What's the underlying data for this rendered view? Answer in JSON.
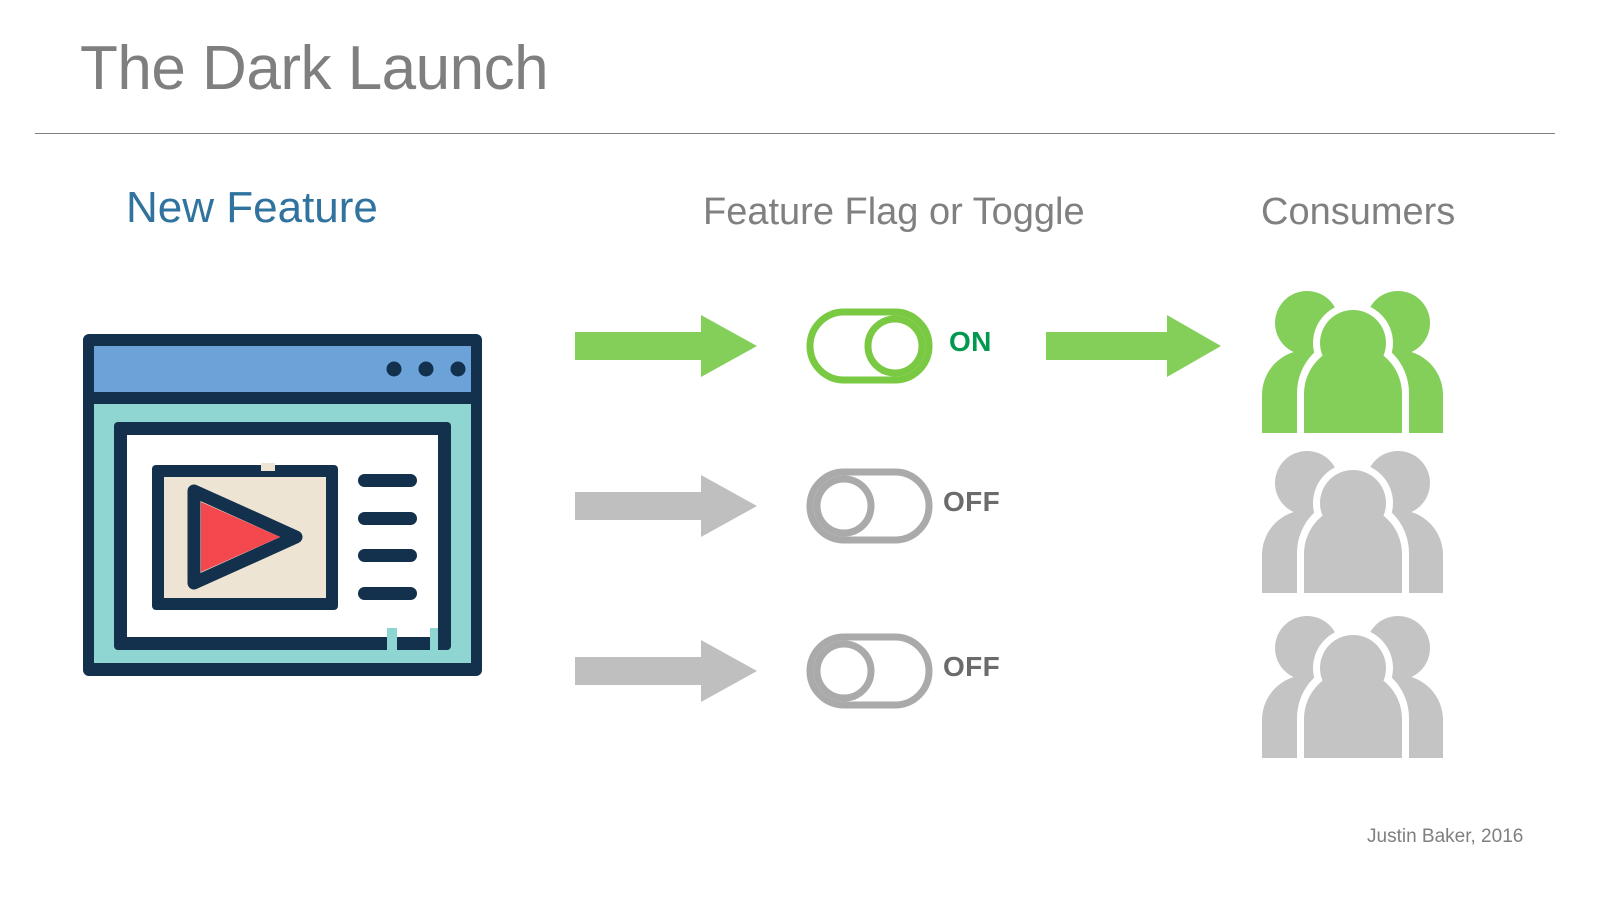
{
  "slide": {
    "title": "The Dark Launch",
    "footer_credit": "Justin Baker, 2016"
  },
  "columns": {
    "feature": "New Feature",
    "flag": "Feature Flag or Toggle",
    "consumers": "Consumers"
  },
  "rows": [
    {
      "toggle_state": "ON",
      "toggle_label": "ON",
      "arrow_in_color": "#84cf5a",
      "arrow_out_color": "#84cf5a",
      "toggle_color": "#7ac943",
      "label_color": "#00994d",
      "people_color": "#84cf5a",
      "knob_side": "right",
      "has_outgoing_arrow": true
    },
    {
      "toggle_state": "OFF",
      "toggle_label": "OFF",
      "arrow_in_color": "#bfbfbf",
      "arrow_out_color": "",
      "toggle_color": "#aaaaaa",
      "label_color": "#6b6b6b",
      "people_color": "#c4c4c4",
      "knob_side": "left",
      "has_outgoing_arrow": false
    },
    {
      "toggle_state": "OFF",
      "toggle_label": "OFF",
      "arrow_in_color": "#bfbfbf",
      "arrow_out_color": "",
      "toggle_color": "#aaaaaa",
      "label_color": "#6b6b6b",
      "people_color": "#c4c4c4",
      "knob_side": "left",
      "has_outgoing_arrow": false
    }
  ],
  "theme": {
    "title_gray": "#7f7f7f",
    "heading_gray": "#808080",
    "feature_blue": "#31739f",
    "rule_gray": "#808080",
    "green_accent": "#84cf5a",
    "green_toggle": "#7ac943",
    "green_text": "#00994d",
    "gray_accent": "#bfbfbf",
    "gray_people": "#c4c4c4",
    "browser_navy": "#13304d",
    "browser_titlebar_blue": "#6ba3d8",
    "browser_body_teal": "#8fd6d2",
    "browser_screen_beige": "#ede4d3",
    "play_red": "#f2484e",
    "background": "#ffffff"
  },
  "icons": {
    "browser": "browser-video-player-icon",
    "arrow": "right-arrow-icon",
    "toggle": "toggle-switch-icon",
    "people": "people-group-icon"
  }
}
